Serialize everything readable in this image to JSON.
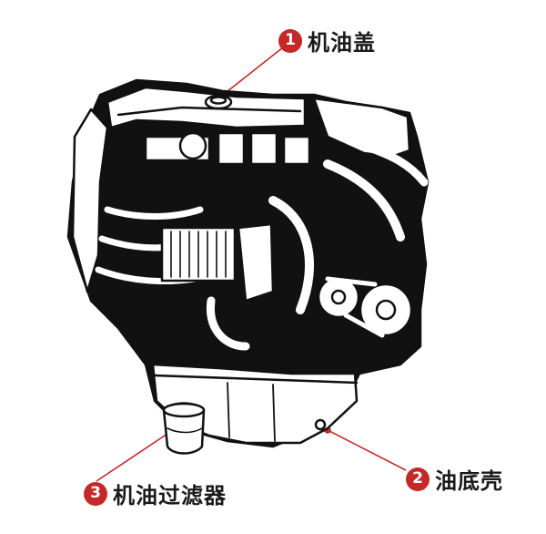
{
  "diagram": {
    "subject": "engine-line-art",
    "colors": {
      "accent": "#c62828",
      "ink": "#111111",
      "paper": "#ffffff"
    },
    "callouts": [
      {
        "number": "1",
        "label": "机油盖"
      },
      {
        "number": "2",
        "label": "油底壳"
      },
      {
        "number": "3",
        "label": "机油过滤器"
      }
    ]
  }
}
